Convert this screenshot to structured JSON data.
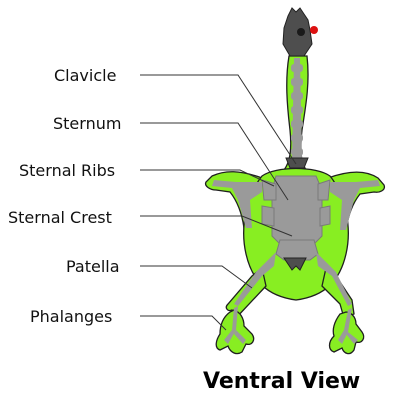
{
  "labels": [
    {
      "id": "clavicle",
      "text": "Clavicle"
    },
    {
      "id": "sternum",
      "text": "Sternum"
    },
    {
      "id": "sternal-ribs",
      "text": "Sternal Ribs"
    },
    {
      "id": "sternal-crest",
      "text": "Sternal Crest"
    },
    {
      "id": "patella",
      "text": "Patella"
    },
    {
      "id": "phalanges",
      "text": "Phalanges"
    }
  ],
  "title": "Ventral View",
  "colors": {
    "body": "#88ee22",
    "bone": "#9a9a9a",
    "skull": "#4e4e4e",
    "comb": "#dd1111",
    "leader_lines": "#333333"
  }
}
